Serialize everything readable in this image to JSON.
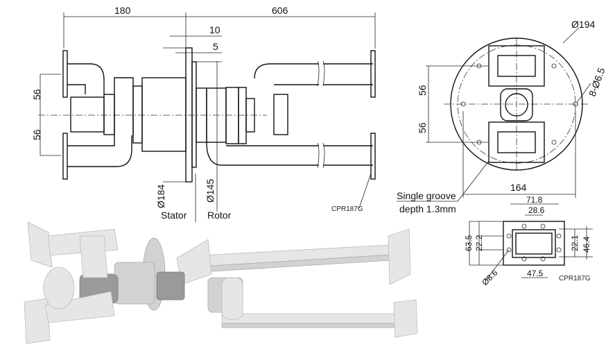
{
  "side_view": {
    "dim_left_length": "180",
    "dim_total_length": "606",
    "dim_flange_gap_10": "10",
    "dim_flange_gap_5": "5",
    "dim_spacing_upper": "56",
    "dim_spacing_lower": "56",
    "dim_stator_diameter": "Ø184",
    "dim_rotor_diameter": "Ø145",
    "label_stator": "Stator",
    "label_rotor": "Rotor",
    "label_flange_type": "CPR187G"
  },
  "front_view": {
    "dim_outer_diameter": "Ø194",
    "dim_holes": "8-Ø6.5",
    "dim_spacing_upper": "56",
    "dim_spacing_lower": "56",
    "dim_width": "164",
    "note_groove_line1": "Single groove",
    "note_groove_line2": "depth 1.3mm"
  },
  "flange_detail": {
    "dim_width_outer": "71.8",
    "dim_width_inner": "28.6",
    "dim_height_outer": "63.5",
    "dim_height_inner_left": "22.2",
    "dim_height_inner_right": "22.1",
    "dim_height_right": "46.4",
    "dim_hole": "Ø8.6",
    "dim_bottom": "47.5",
    "label_flange_type": "CPR187G"
  }
}
